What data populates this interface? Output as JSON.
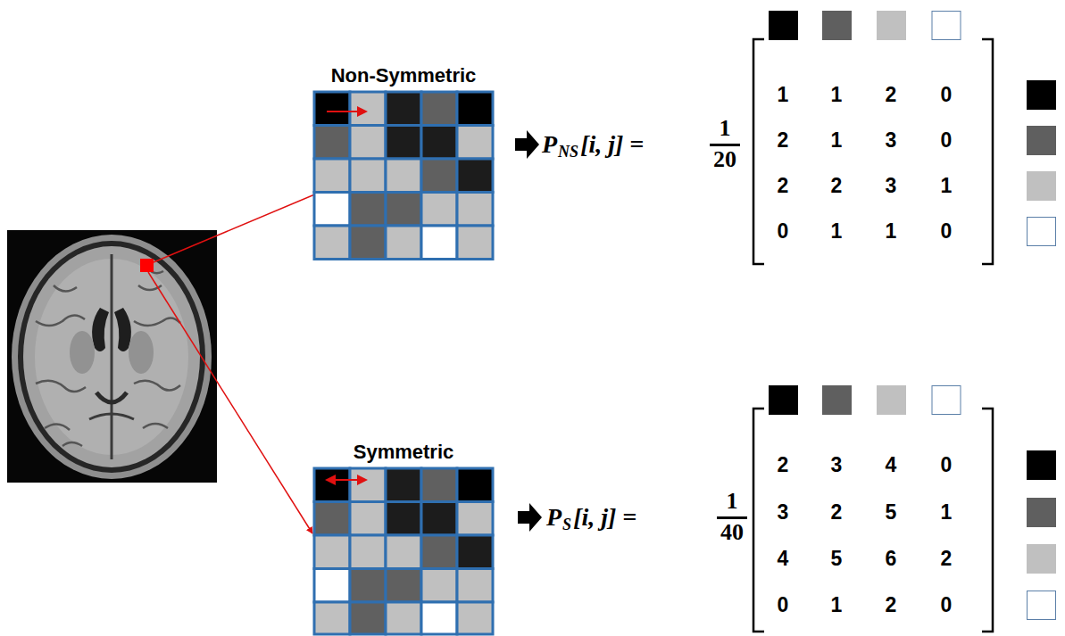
{
  "diagram": {
    "nodes": [
      {
        "text": [
          "Non-Symmetric"
        ]
      },
      {
        "text": [
          "Symmetric"
        ]
      }
    ],
    "labels": [
      "P",
      "NS",
      "[i, j] =",
      "1",
      "20",
      "1",
      "1",
      "2",
      "0",
      "2",
      "1",
      "3",
      "0",
      "2",
      "2",
      "3",
      "1",
      "0",
      "1",
      "1",
      "0",
      "P",
      "S",
      "[i, j] =",
      "1",
      "40",
      "2",
      "3",
      "4",
      "0",
      "3",
      "2",
      "5",
      "1",
      "4",
      "5",
      "6",
      "2",
      "0",
      "1",
      "2",
      "0"
    ]
  }
}
